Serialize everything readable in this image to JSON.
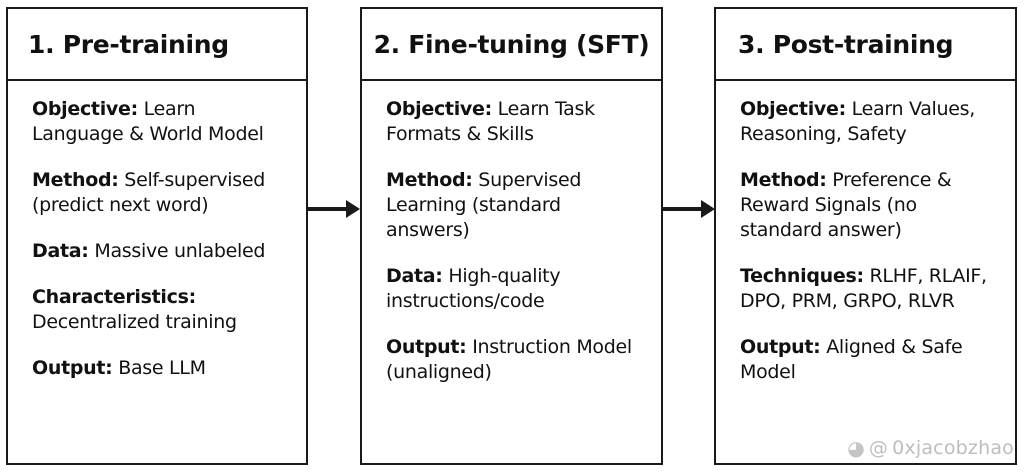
{
  "stages": [
    {
      "title": "1. Pre-training",
      "sections": [
        {
          "label": "Objective:",
          "text": " Learn Language & World Model"
        },
        {
          "label": "Method:",
          "text": " Self-supervised (predict next word)"
        },
        {
          "label": "Data:",
          "text": " Massive unlabeled"
        },
        {
          "label": "Characteristics:",
          "text": " Decentralized training"
        },
        {
          "label": "Output:",
          "text": " Base LLM"
        }
      ]
    },
    {
      "title": "2. Fine-tuning (SFT)",
      "sections": [
        {
          "label": "Objective:",
          "text": " Learn Task Formats & Skills"
        },
        {
          "label": "Method:",
          "text": " Supervised Learning (standard answers)"
        },
        {
          "label": "Data:",
          "text": " High-quality instructions/code"
        },
        {
          "label": "Output:",
          "text": " Instruction Model (unaligned)"
        }
      ]
    },
    {
      "title": "3. Post-training",
      "sections": [
        {
          "label": "Objective:",
          "text": " Learn Values, Reasoning, Safety"
        },
        {
          "label": "Method:",
          "text": " Preference & Reward Signals (no standard answer)"
        },
        {
          "label": "Techniques:",
          "text": " RLHF, RLAIF, DPO, PRM, GRPO, RLVR"
        },
        {
          "label": "Output:",
          "text": " Aligned & Safe Model"
        }
      ]
    }
  ],
  "watermark": {
    "icon": "weibo-icon",
    "at": "@",
    "handle": "0xjacobzhao"
  }
}
